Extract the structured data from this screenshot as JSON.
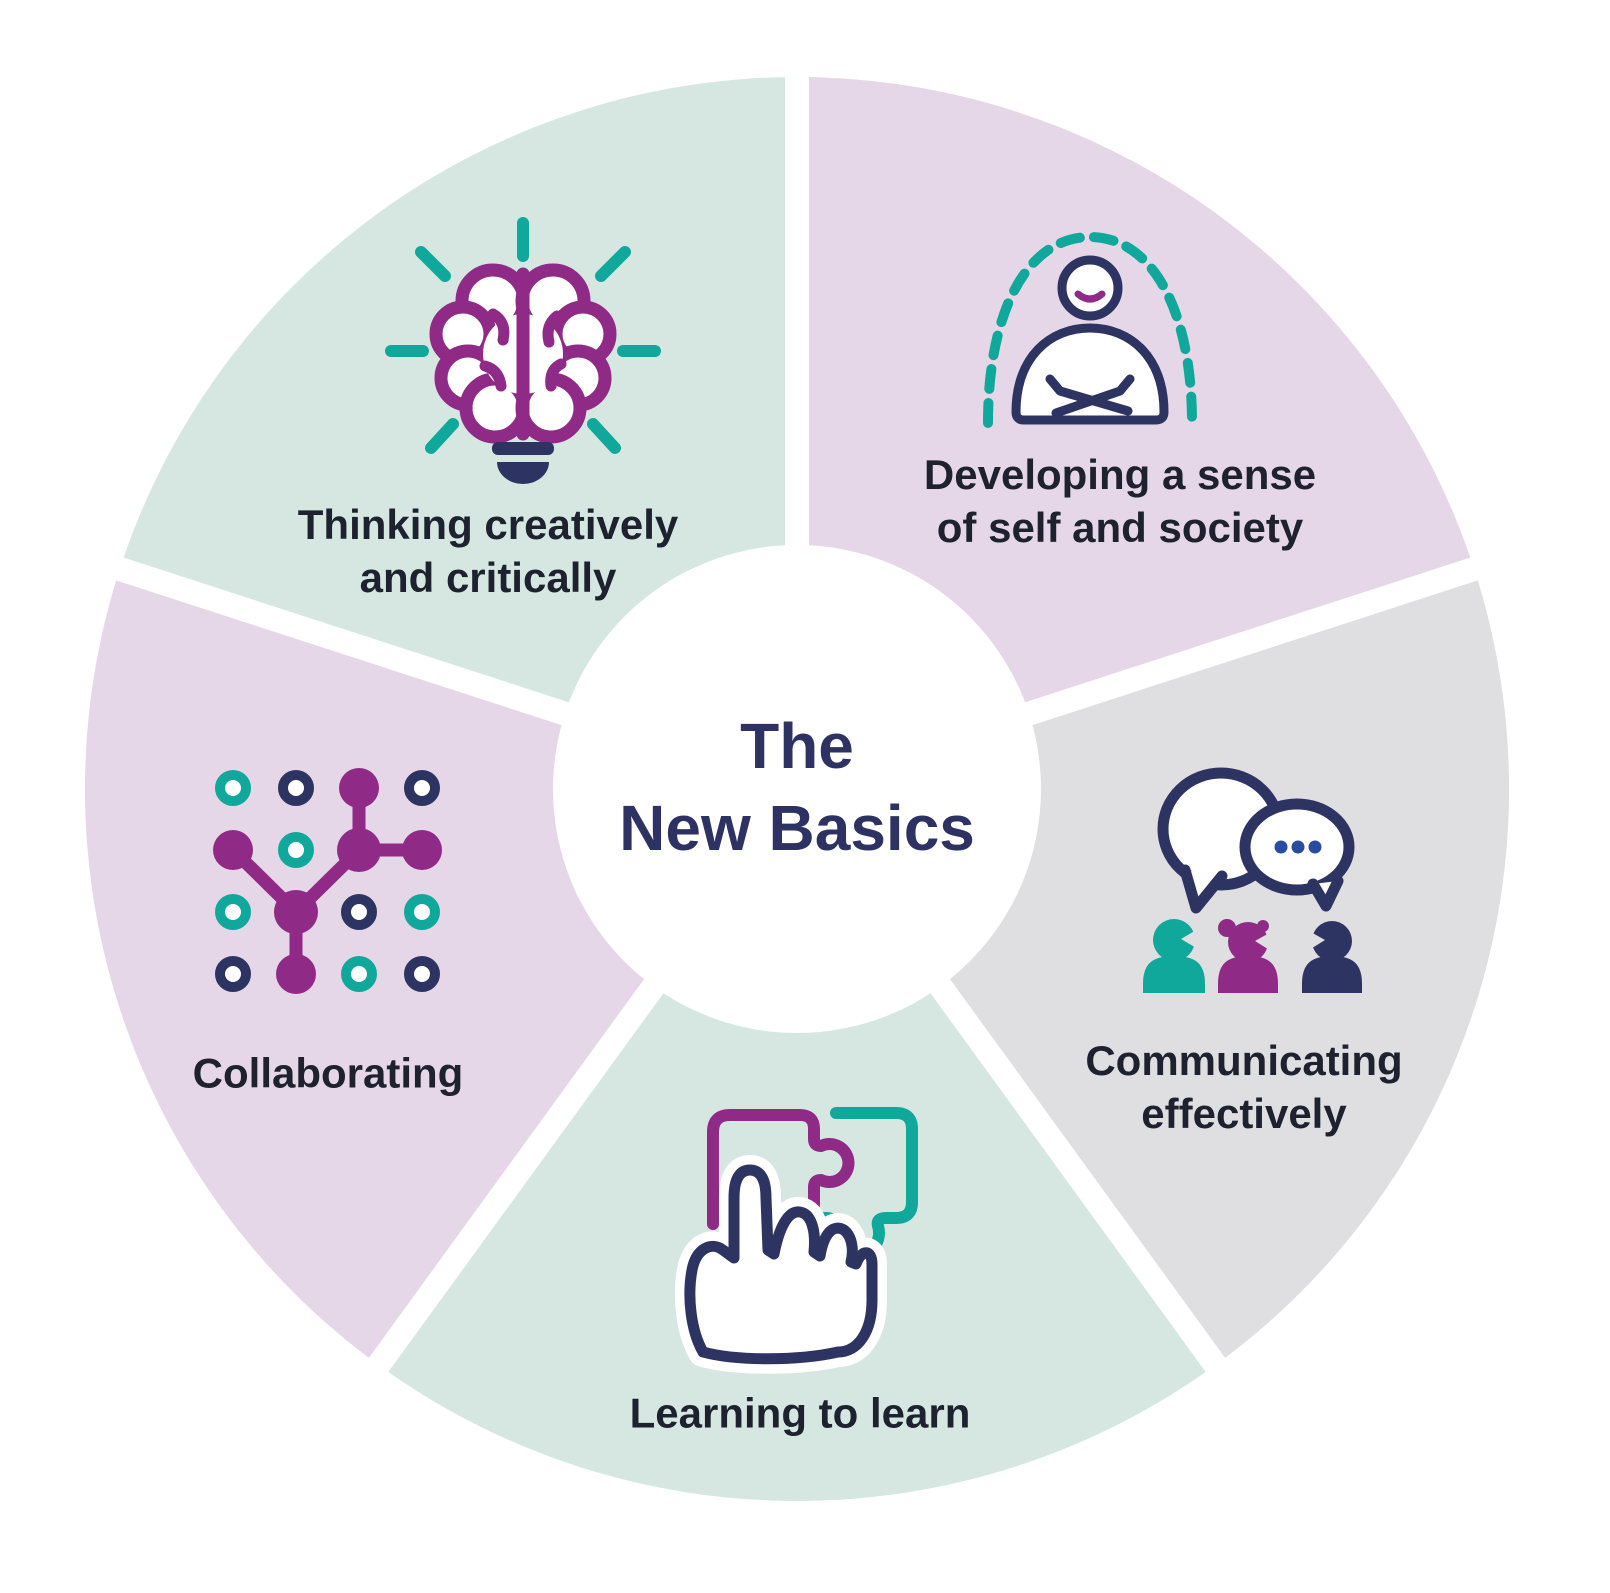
{
  "title": {
    "line1": "The",
    "line2": "New Basics"
  },
  "segments": [
    {
      "name": "Thinking creatively and critically",
      "label_line1": "Thinking creatively",
      "label_line2": "and critically",
      "color": "#d6e7e2",
      "icon": "brain-lightbulb-icon"
    },
    {
      "name": "Developing a sense of self and society",
      "label_line1": "Developing a sense",
      "label_line2": "of self and society",
      "color": "#e6d7e8",
      "icon": "person-self-awareness-icon"
    },
    {
      "name": "Communicating effectively",
      "label_line1": "Communicating",
      "label_line2": "effectively",
      "color": "#dfdfe2",
      "icon": "speech-bubbles-people-icon"
    },
    {
      "name": "Learning to learn",
      "label_line1": "Learning to learn",
      "label_line2": "",
      "color": "#d6e7e2",
      "icon": "hand-puzzle-icon"
    },
    {
      "name": "Collaborating",
      "label_line1": "Collaborating",
      "label_line2": "",
      "color": "#e6d7e8",
      "icon": "network-nodes-icon"
    }
  ],
  "colors": {
    "white": "#ffffff",
    "navy": "#2e3462",
    "title-navy": "#2d3263",
    "label-text": "#1e222e",
    "purple": "#8f2a86",
    "teal": "#10a89a",
    "dot-blue": "#2b4c9e",
    "mint": "#d6e7e2",
    "lavender": "#e6d7e8",
    "gray": "#dfdfe2"
  }
}
